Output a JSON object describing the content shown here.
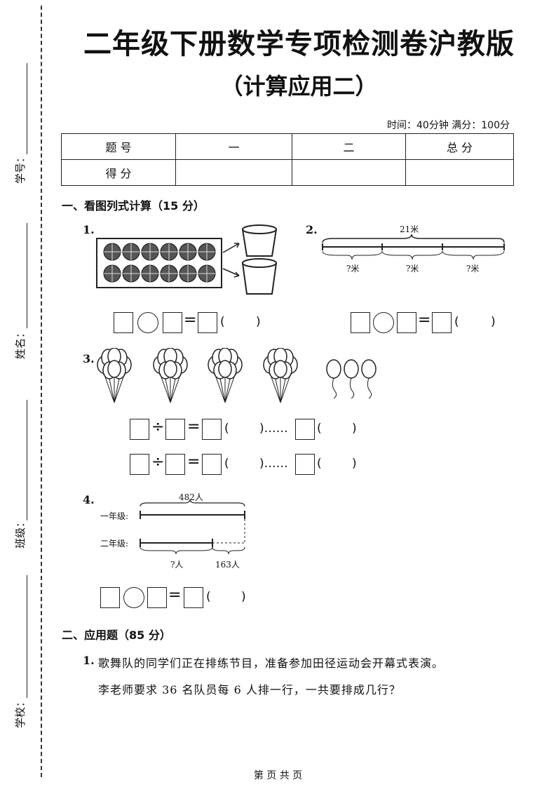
{
  "title": "二年级下册数学专项检测卷沪教版",
  "subtitle": "（计算应用二）",
  "side_labels": [
    "学号：",
    "姓名：",
    "班级：",
    "学校："
  ],
  "time_info": "时间：40分钟  满分：100分",
  "score_table": {
    "row1": [
      "题  号",
      "一",
      "二",
      "总  分"
    ],
    "row2": [
      "得  分",
      "",
      "",
      ""
    ]
  },
  "section1": {
    "heading": "一、看图列式计算（15 分）",
    "q1_num": "1.",
    "q2_num": "2.",
    "q2_total": "21米",
    "q2_parts": [
      "?米",
      "?米",
      "?米"
    ],
    "q3_num": "3.",
    "q4_num": "4.",
    "q4_total": "482人",
    "q4_row1": "一年级:",
    "q4_row2": "二年级:",
    "q4_part1": "?人",
    "q4_part2": "163人",
    "equals": "=",
    "divide": "÷",
    "lparen": "(",
    "rparen": ")",
    "dots": ")……"
  },
  "section2": {
    "heading": "二、应用题（85 分）",
    "q1_num": "1.",
    "q1_line1": "歌舞队的同学们正在排练节目，准备参加田径运动会开幕式表演。",
    "q1_line2": "李老师要求 36 名队员每 6 人排一行，一共要排成几行？"
  },
  "footer": "第  页  共  页"
}
